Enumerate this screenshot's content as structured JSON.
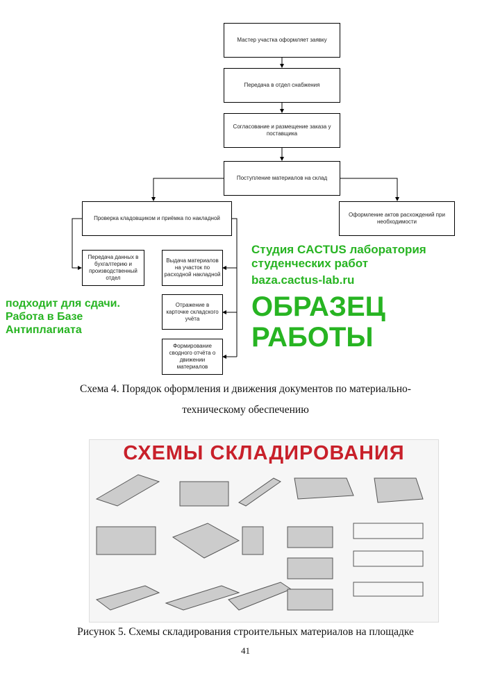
{
  "flowchart": {
    "boxes": [
      "Мастер участка оформляет заявку",
      "Передача в отдел снабжения",
      "Согласование и размещение заказа у поставщика",
      "Поступление материалов на склад",
      "Проверка кладовщиком и приёмка по накладной",
      "Оформление актов расхождений при необходимости",
      "Передача данных в бухгалтерию и производственный отдел",
      "Выдача материалов на участок по расходной накладной",
      "Отражение в карточке складского учёта",
      "Формирование сводного отчёта о движении материалов"
    ]
  },
  "caption1_line1": "Схема 4. Порядок оформления и движения документов по материально-",
  "caption1_line2": "техническому обеспечению",
  "picture": {
    "title": "СХЕМЫ СКЛАДИРОВАНИЯ"
  },
  "caption2": "Рисунок 5. Схемы складирования строительных материалов на площадке",
  "page_number": "41",
  "watermark": {
    "line1": "Студия CACTUS лаборатория студенческих работ",
    "line2": "baza.cactus-lab.ru",
    "line3": "ОБРАЗЕЦ РАБОТЫ",
    "line4": "подходит для сдачи. Работа в Базе Антиплагиата"
  }
}
